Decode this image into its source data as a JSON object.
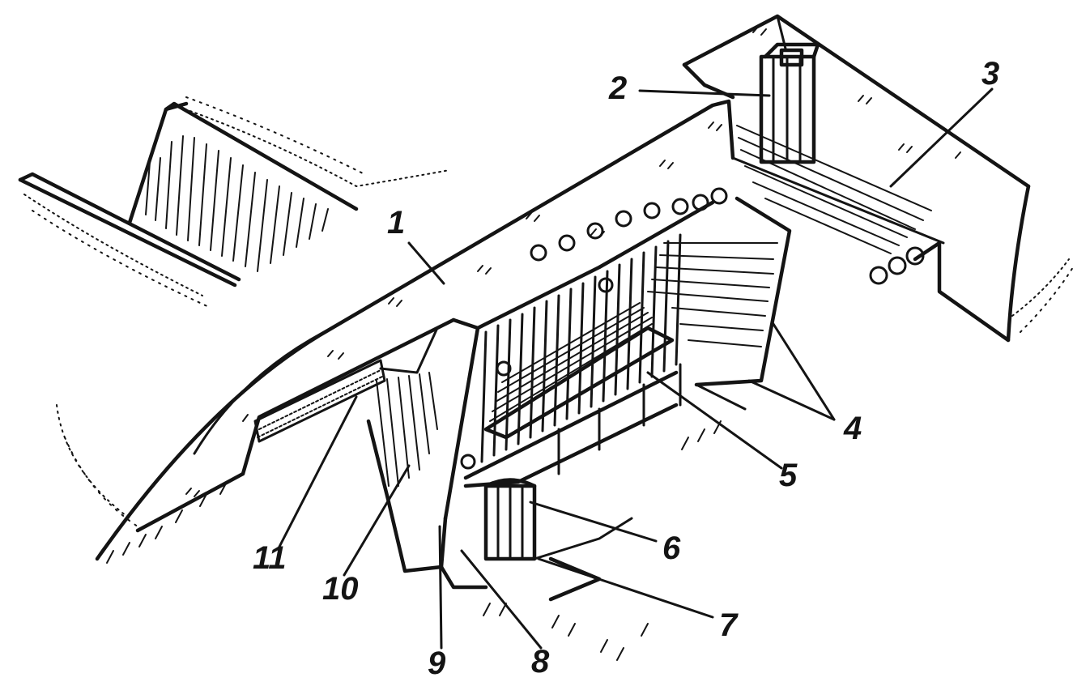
{
  "diagram": {
    "kind": "isometric engineering drawing (hydraulic structure)",
    "ink_color": "#141414",
    "background_color": "#ffffff",
    "callouts": [
      {
        "id": "1",
        "label": "1"
      },
      {
        "id": "2",
        "label": "2"
      },
      {
        "id": "3",
        "label": "3"
      },
      {
        "id": "4",
        "label": "4"
      },
      {
        "id": "5",
        "label": "5"
      },
      {
        "id": "6",
        "label": "6"
      },
      {
        "id": "7",
        "label": "7"
      },
      {
        "id": "8",
        "label": "8"
      },
      {
        "id": "9",
        "label": "9"
      },
      {
        "id": "10",
        "label": "10"
      },
      {
        "id": "11",
        "label": "11"
      }
    ]
  }
}
